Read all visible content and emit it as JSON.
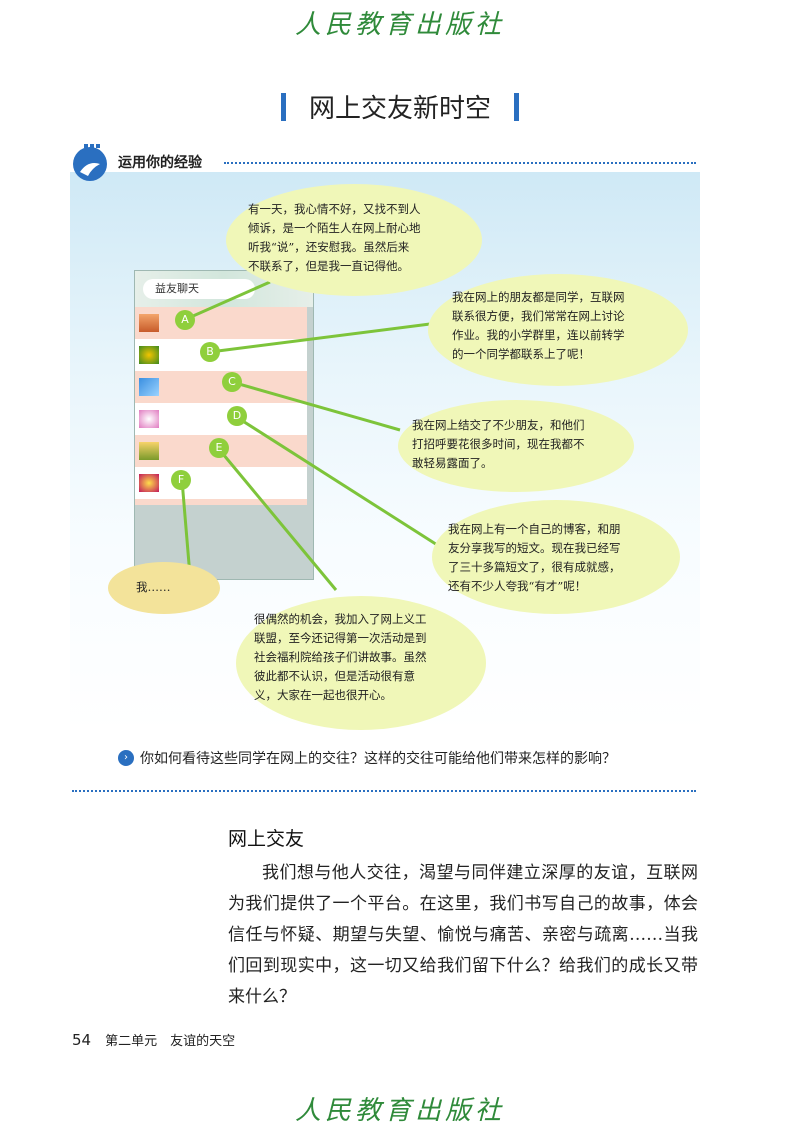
{
  "publisher": "人民教育出版社",
  "title": "网上交友新时空",
  "section_label": "运用你的经验",
  "chat": {
    "header": "益友聊天",
    "labels": [
      "A",
      "B",
      "C",
      "D",
      "E",
      "F"
    ]
  },
  "bubbles": {
    "A": [
      "有一天，我心情不好，又找不到人",
      "倾诉，是一个陌生人在网上耐心地",
      "听我“说”，还安慰我。虽然后来",
      "不联系了，但是我一直记得他。"
    ],
    "B": [
      "我在网上的朋友都是同学，互联网",
      "联系很方便，我们常常在网上讨论",
      "作业。我的小学群里，连以前转学",
      "的一个同学都联系上了呢！"
    ],
    "C": [
      "我在网上结交了不少朋友，和他们",
      "打招呼要花很多时间，现在我都不",
      "敢轻易露面了。"
    ],
    "D": [
      "我在网上有一个自己的博客，和朋",
      "友分享我写的短文。现在我已经写",
      "了三十多篇短文了，很有成就感，",
      "还有不少人夸我“有才”呢！"
    ],
    "E": [
      "很偶然的机会，我加入了网上义工",
      "联盟，至今还记得第一次活动是到",
      "社会福利院给孩子们讲故事。虽然",
      "彼此都不认识，但是活动很有意",
      "义，大家在一起也很开心。"
    ],
    "F": [
      "我……"
    ]
  },
  "question": "你如何看待这些同学在网上的交往？这样的交往可能给他们带来怎样的影响？",
  "sub_heading": "网上交友",
  "paragraph": "我们想与他人交往，渴望与同伴建立深厚的友谊，互联网为我们提供了一个平台。在这里，我们书写自己的故事，体会信任与怀疑、期望与失望、愉悦与痛苦、亲密与疏离……当我们回到现实中，这一切又给我们留下什么？给我们的成长又带来什么？",
  "footer": {
    "page_number": "54",
    "unit": "第二单元　友谊的天空"
  },
  "colors": {
    "accent_blue": "#2a6fc0",
    "bubble_fill": "#f0f7b8",
    "label_green": "#8fcf3c",
    "line_green": "#7dc43a"
  }
}
